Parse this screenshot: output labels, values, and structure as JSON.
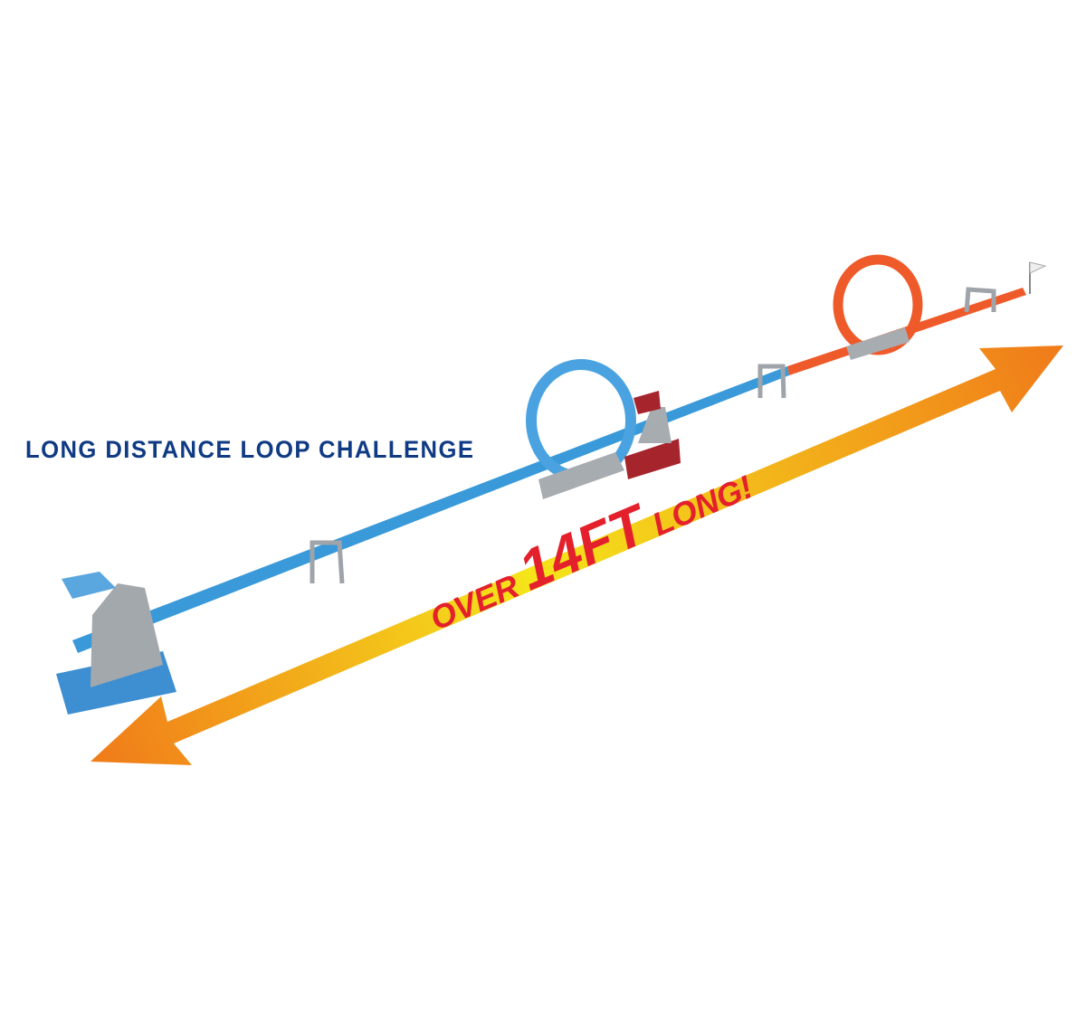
{
  "title": "LONG DISTANCE LOOP CHALLENGE",
  "callout": {
    "prefix": "OVER",
    "highlight": "14FT",
    "suffix": "LONG!"
  },
  "colors": {
    "title": "#103b84",
    "callout": "#e3202b",
    "track_blue": "#3a9ad9",
    "track_orange": "#ef5a2a",
    "arrow_end": "#f07a1a",
    "arrow_mid": "#f5e51a"
  }
}
